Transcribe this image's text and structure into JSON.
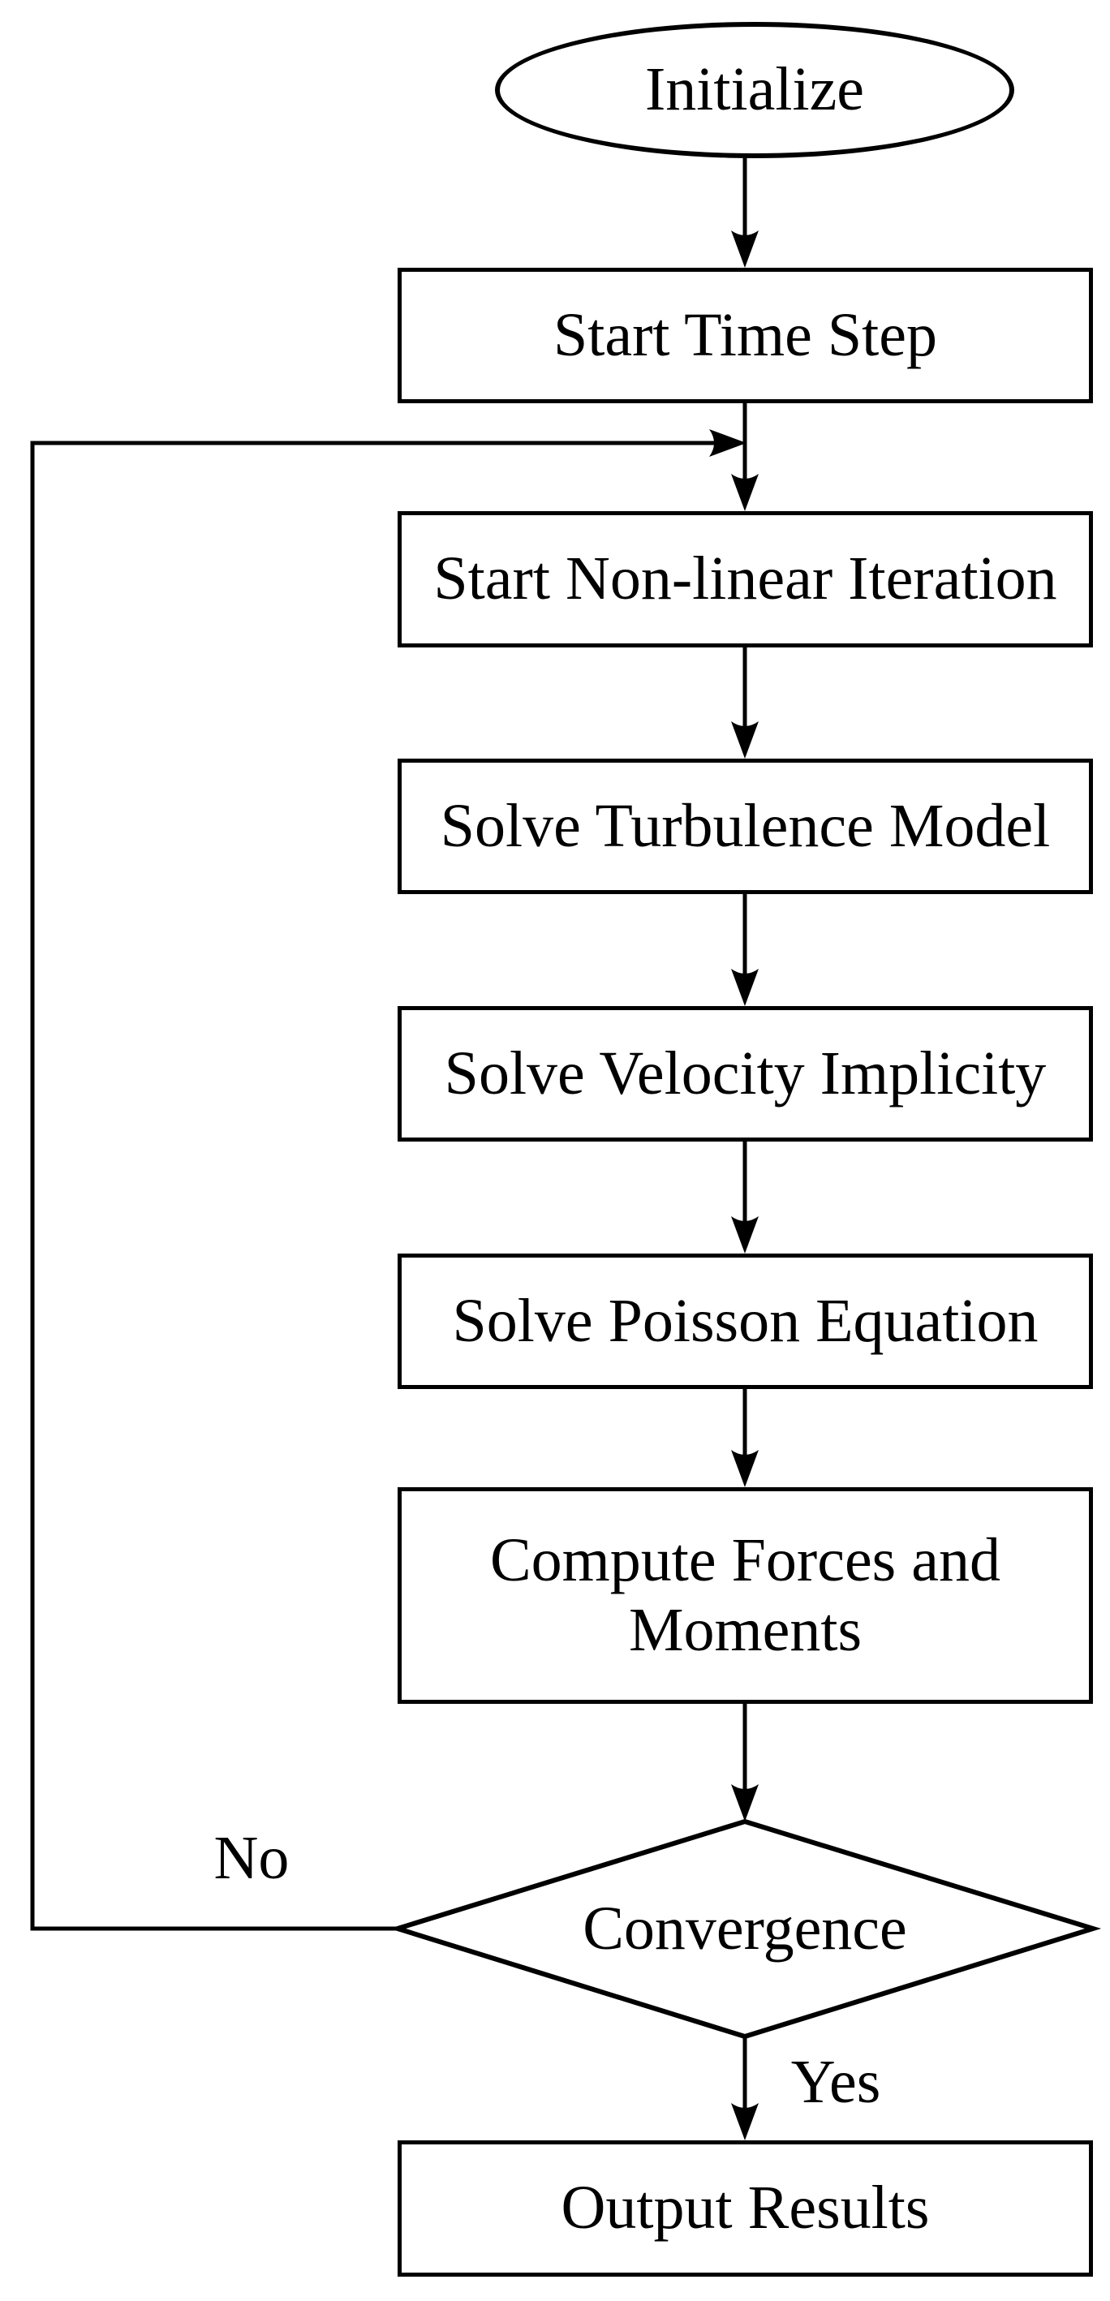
{
  "figure": {
    "type": "flowchart",
    "colors": {
      "background": "#ffffff",
      "line": "#000000",
      "text": "#000000"
    },
    "nodes": [
      {
        "id": "initialize",
        "shape": "ellipse",
        "label": "Initialize"
      },
      {
        "id": "start-time-step",
        "shape": "rectangle",
        "label": "Start Time Step"
      },
      {
        "id": "start-non-linear-iteration",
        "shape": "rectangle",
        "label": "Start Non-linear Iteration"
      },
      {
        "id": "solve-turbulence-model",
        "shape": "rectangle",
        "label": "Solve Turbulence Model"
      },
      {
        "id": "solve-velocity-implicity",
        "shape": "rectangle",
        "label": "Solve Velocity Implicity"
      },
      {
        "id": "solve-poisson-equation",
        "shape": "rectangle",
        "label": "Solve Poisson Equation"
      },
      {
        "id": "compute-forces-and-moments",
        "shape": "rectangle",
        "label": "Compute Forces and Moments"
      },
      {
        "id": "convergence",
        "shape": "diamond",
        "label": "Convergence"
      },
      {
        "id": "output-results",
        "shape": "rectangle",
        "label": "Output Results"
      }
    ],
    "edge_labels": {
      "no": "No",
      "yes": "Yes"
    }
  }
}
